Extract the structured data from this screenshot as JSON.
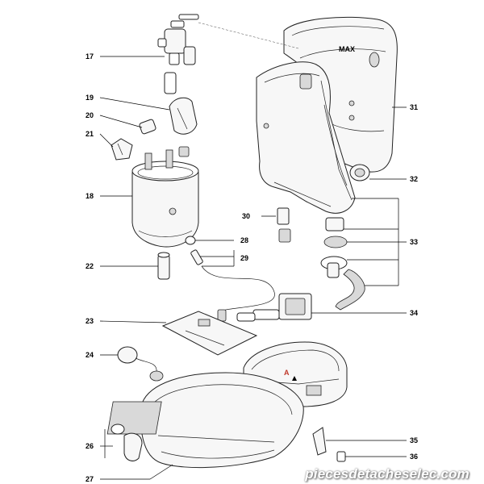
{
  "diagram": {
    "labels": {
      "p17": "17",
      "p19": "19",
      "p20": "20",
      "p21": "21",
      "p18": "18",
      "p30": "30",
      "p28": "28",
      "p29": "29",
      "p22": "22",
      "p23": "23",
      "p24": "24",
      "p26": "26",
      "p27": "27",
      "p31": "31",
      "p32": "32",
      "p33": "33",
      "p34": "34",
      "p35": "35",
      "p36": "36"
    },
    "annotations": {
      "max": "MAX",
      "marker": "A"
    }
  },
  "watermark": {
    "text": "piecesdetacheselec.com"
  }
}
